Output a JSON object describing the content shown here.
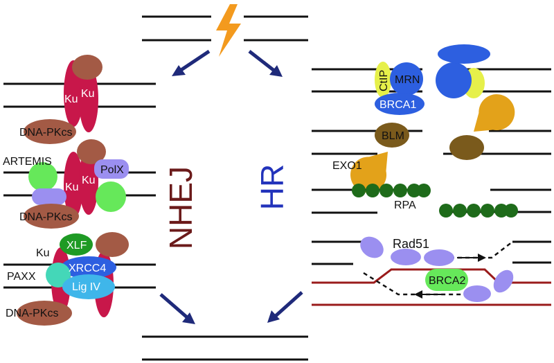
{
  "colors": {
    "strand": "#111111",
    "template_strand": "#9a1b1b",
    "arrow": "#1f2a7a",
    "bolt": "#f39a1e",
    "ku": "#c8174a",
    "dnapkcs": "#a35a45",
    "artemis": "#66e85a",
    "polx": "#9b8ff0",
    "xlf": "#1e9a24",
    "xrcc4": "#2d5fe0",
    "lig4": "#3fb6ea",
    "paxx": "#44d7b8",
    "mrn": "#2d5fe0",
    "ctip": "#e6f04a",
    "brca1": "#2d5fe0",
    "blm": "#7a5a1c",
    "exo1": "#e3a21a",
    "rpa": "#1e6b1a",
    "rad51": "#9b8ff0",
    "brca2": "#66e85a",
    "nhej_label": "#6b1a1a",
    "hr_label": "#2233bb"
  },
  "icons": {
    "break": "lightning-bolt-icon",
    "pathway_arrow": "arrow-icon"
  },
  "pathways": {
    "nhej": {
      "label": "NHEJ"
    },
    "hr": {
      "label": "HR"
    }
  },
  "nhej": {
    "step1": {
      "ku_left": "Ku",
      "ku_right": "Ku",
      "dnapkcs": "DNA-PKcs"
    },
    "step2": {
      "artemis": "ARTEMIS",
      "ku_left": "Ku",
      "ku_right": "Ku",
      "polx": "PolX",
      "dnapkcs": "DNA-PKcs"
    },
    "step3": {
      "ku": "Ku",
      "xlf": "XLF",
      "xrcc4": "XRCC4",
      "paxx": "PAXX",
      "lig4": "Lig IV",
      "dnapkcs": "DNA-PKcs"
    }
  },
  "hr": {
    "step1": {
      "ctip": "CtIP",
      "mrn": "MRN",
      "brca1": "BRCA1"
    },
    "step2": {
      "blm": "BLM",
      "exo1": "EXO1"
    },
    "step3": {
      "rpa": "RPA"
    },
    "step4": {
      "rad51": "Rad51",
      "brca2": "BRCA2"
    }
  }
}
